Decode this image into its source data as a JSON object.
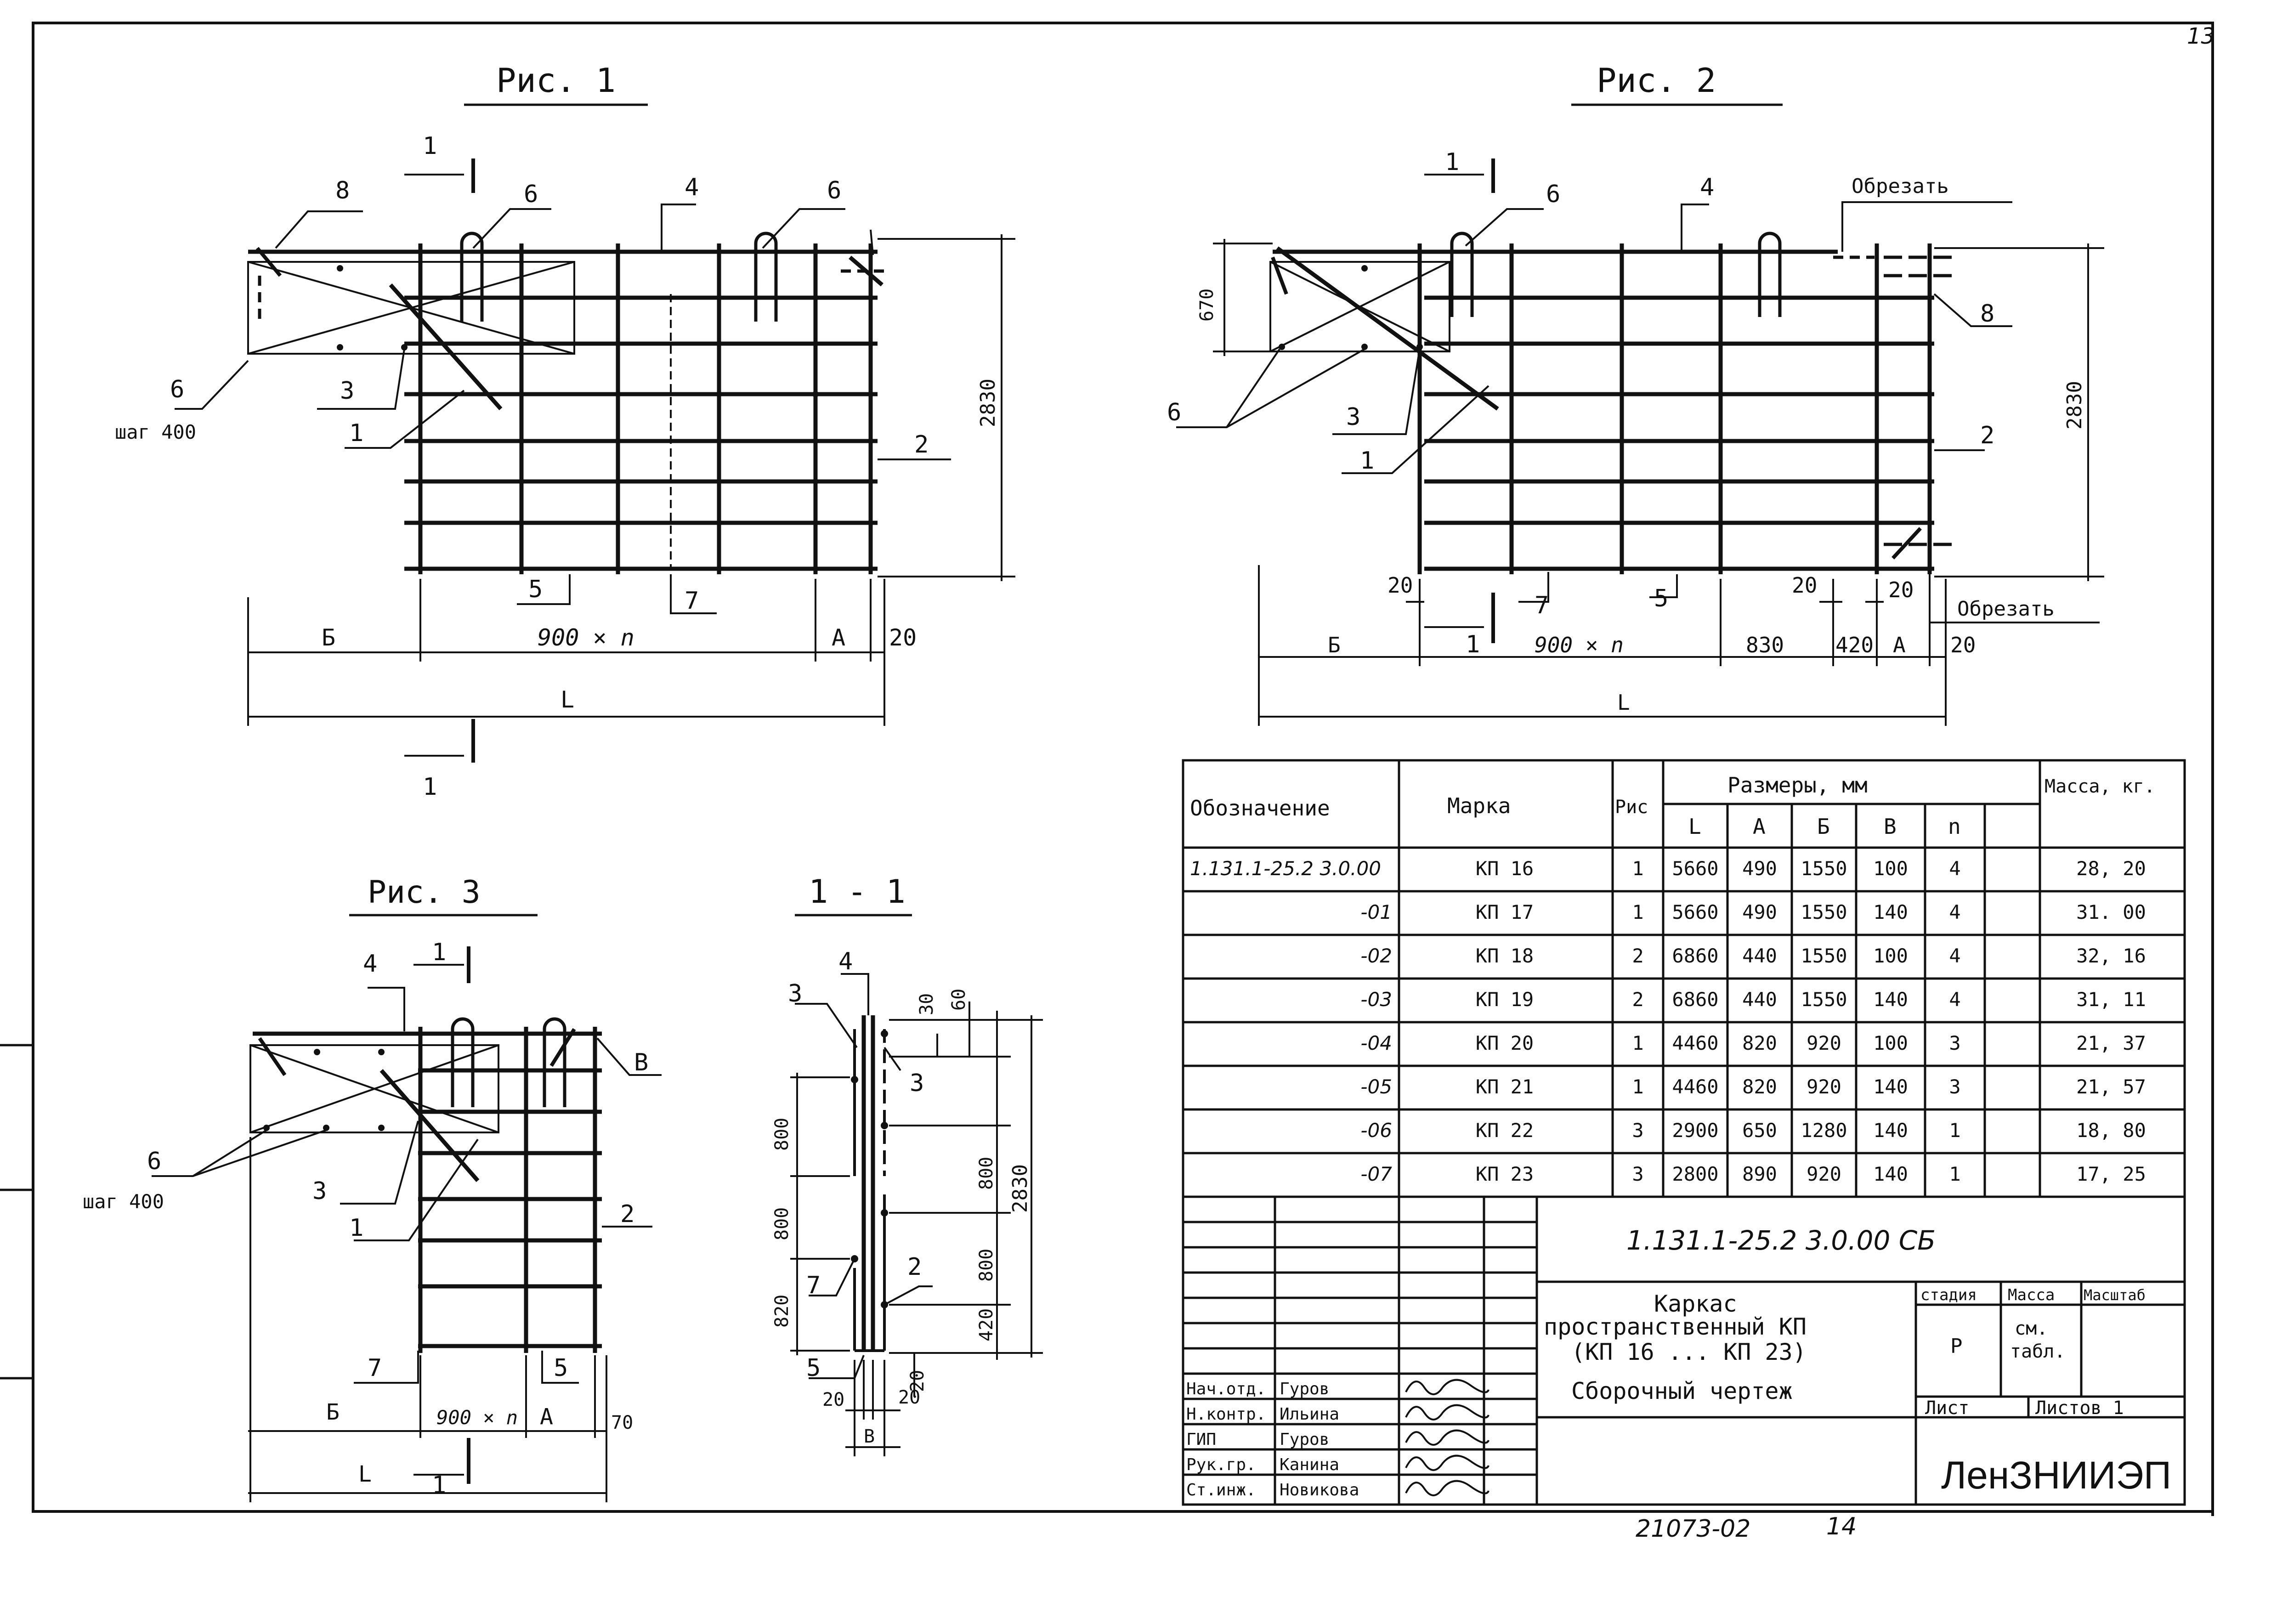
{
  "sheet_corner_number": "13",
  "fig1": {
    "title": "Рис. 1",
    "section": "1",
    "callouts": [
      "8",
      "6",
      "4",
      "6",
      "3",
      "1",
      "2",
      "5",
      "7"
    ],
    "pitch_label": "6",
    "pitch_text": "шаг 400",
    "height_dim": "2830",
    "dims": [
      "Б",
      "900 × n",
      "А",
      "20"
    ],
    "overall": "L"
  },
  "fig2": {
    "title": "Рис. 2",
    "section": "1",
    "cut_text": "Обрезать",
    "callouts": [
      "6",
      "4",
      "8",
      "6",
      "3",
      "1",
      "2",
      "7",
      "5"
    ],
    "left_dim": "670",
    "height_dim": "2830",
    "small_dims": [
      "20",
      "20",
      "20",
      "20"
    ],
    "dims": [
      "Б",
      "900 × n",
      "830",
      "420",
      "А",
      "20"
    ],
    "overall": "L"
  },
  "fig3": {
    "title": "Рис. 3",
    "section": "1",
    "callouts": [
      "4",
      "В",
      "3",
      "1",
      "2",
      "7",
      "5"
    ],
    "pitch_label": "6",
    "pitch_text": "шаг 400",
    "dims": [
      "Б",
      "900 × n",
      "А",
      "70"
    ],
    "overall": "L"
  },
  "section11": {
    "title": "1 - 1",
    "callouts": [
      "4",
      "3",
      "3",
      "7",
      "2",
      "5"
    ],
    "left_dims": [
      "800",
      "800",
      "820"
    ],
    "right_dims": [
      "800",
      "800",
      "420"
    ],
    "top_dims": [
      "30",
      "60"
    ],
    "height_dim": "2830",
    "bottom_dims": [
      "20",
      "20",
      "20",
      "В"
    ]
  },
  "spec_table": {
    "headers": {
      "designation": "Обозначение",
      "mark": "Марка",
      "fig": "Рис",
      "sizes": "Размеры, мм",
      "mass": "Масса, кг.",
      "L": "L",
      "A": "А",
      "B": "Б",
      "V": "В",
      "n": "n"
    },
    "rows": [
      {
        "designation": "1.131.1-25.2 3.0.00",
        "mark": "КП 16",
        "fig": "1",
        "L": "5660",
        "A": "490",
        "B": "1550",
        "V": "100",
        "n": "4",
        "mass": "28, 20"
      },
      {
        "designation": "-01",
        "mark": "КП 17",
        "fig": "1",
        "L": "5660",
        "A": "490",
        "B": "1550",
        "V": "140",
        "n": "4",
        "mass": "31. 00"
      },
      {
        "designation": "-02",
        "mark": "КП 18",
        "fig": "2",
        "L": "6860",
        "A": "440",
        "B": "1550",
        "V": "100",
        "n": "4",
        "mass": "32, 16"
      },
      {
        "designation": "-03",
        "mark": "КП 19",
        "fig": "2",
        "L": "6860",
        "A": "440",
        "B": "1550",
        "V": "140",
        "n": "4",
        "mass": "31, 11"
      },
      {
        "designation": "-04",
        "mark": "КП 20",
        "fig": "1",
        "L": "4460",
        "A": "820",
        "B": "920",
        "V": "100",
        "n": "3",
        "mass": "21, 37"
      },
      {
        "designation": "-05",
        "mark": "КП 21",
        "fig": "1",
        "L": "4460",
        "A": "820",
        "B": "920",
        "V": "140",
        "n": "3",
        "mass": "21, 57"
      },
      {
        "designation": "-06",
        "mark": "КП 22",
        "fig": "3",
        "L": "2900",
        "A": "650",
        "B": "1280",
        "V": "140",
        "n": "1",
        "mass": "18, 80"
      },
      {
        "designation": "-07",
        "mark": "КП 23",
        "fig": "3",
        "L": "2800",
        "A": "890",
        "B": "920",
        "V": "140",
        "n": "1",
        "mass": "17, 25"
      }
    ]
  },
  "title_block": {
    "doc_code": "1.131.1-25.2 3.0.00 СБ",
    "name_line1": "Каркас",
    "name_line2": "пространственный КП",
    "name_line3": "(КП 16 ... КП 23)",
    "name_line4": "Сборочный чертеж",
    "stage_label": "стадия",
    "mass_label": "Масса",
    "scale_label": "Масштаб",
    "stage_value": "Р",
    "mass_value_1": "см.",
    "mass_value_2": "табл.",
    "sheet_label": "Лист",
    "sheets_label": "Листов 1",
    "org": "ЛенЗНИИЭП",
    "signers": [
      {
        "role": "Нач.отд.",
        "name": "Гуров"
      },
      {
        "role": "Н.контр.",
        "name": "Ильина"
      },
      {
        "role": "ГИП",
        "name": "Гуров"
      },
      {
        "role": "Рук.гр.",
        "name": "Канина"
      },
      {
        "role": "Ст.инж.",
        "name": "Новикова"
      }
    ]
  },
  "footer": {
    "archive_no": "21073-02",
    "page": "14"
  }
}
